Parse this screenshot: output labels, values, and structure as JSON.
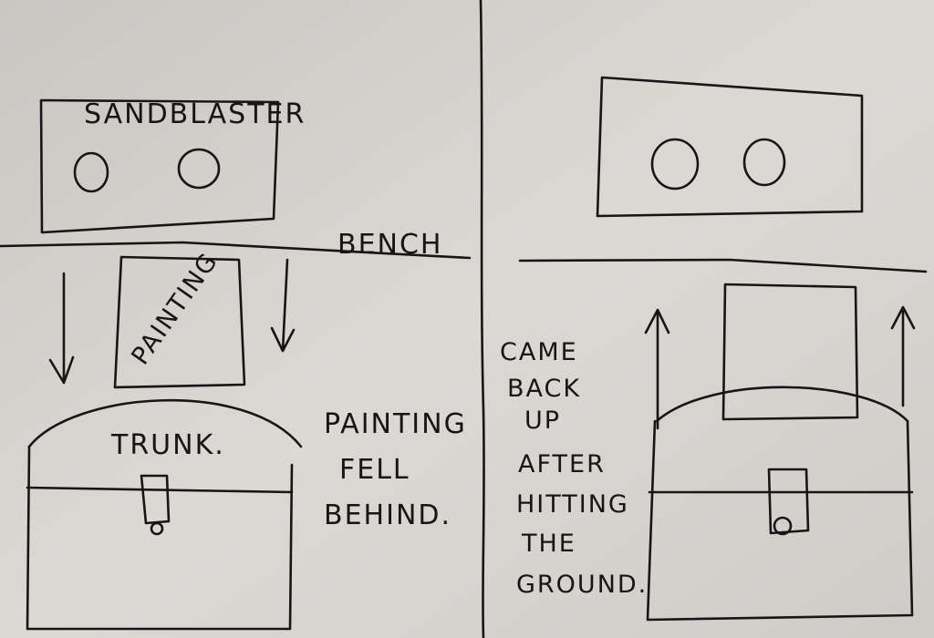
{
  "left_panel": {
    "sandblaster_label": "SANDBLASTER",
    "bench_label": "BENCH",
    "painting_label": "PAINTING",
    "trunk_label": "TRUNK.",
    "caption_lines": [
      "PAINTING",
      "FELL",
      "BEHIND."
    ]
  },
  "right_panel": {
    "caption_lines": [
      "CAME",
      "BACK",
      "UP",
      "AFTER",
      "HITTING",
      "THE",
      "GROUND."
    ]
  },
  "colors": {
    "paper": "#d6d3cf",
    "ink": "#161616"
  }
}
